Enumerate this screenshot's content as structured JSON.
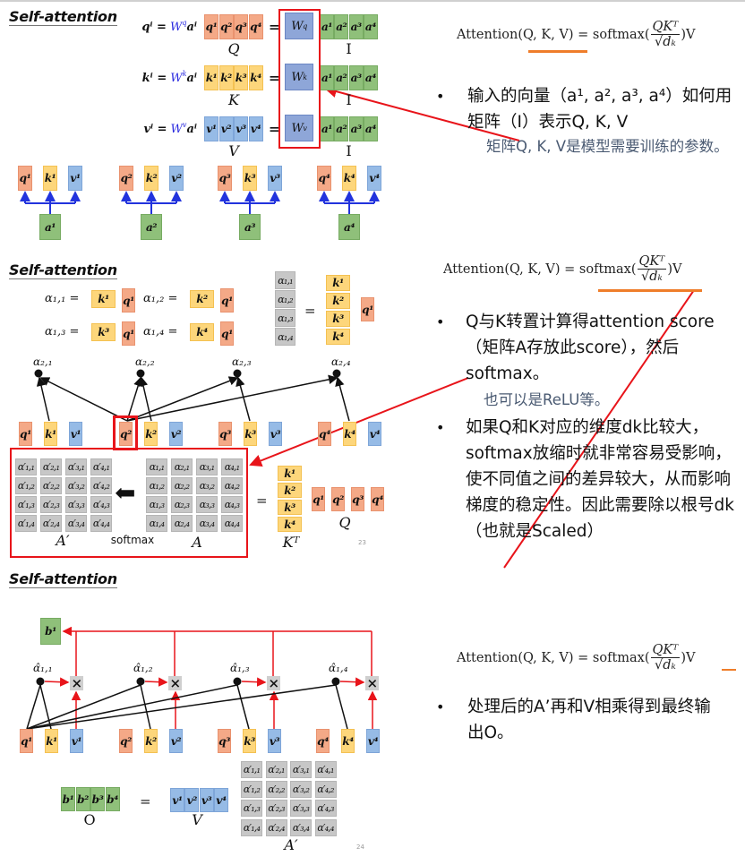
{
  "slides": [
    {
      "title": "Self-attention",
      "equations": [
        {
          "lhs": "qⁱ =",
          "w": "W",
          "sup": "q",
          "rhs": "aⁱ",
          "row": [
            "q¹",
            "q²",
            "q³",
            "q⁴"
          ],
          "row_label": "Q",
          "eq": "=",
          "inputs": [
            "a¹",
            "a²",
            "a³",
            "a⁴"
          ],
          "input_label": "I"
        },
        {
          "lhs": "kⁱ =",
          "w": "W",
          "sup": "k",
          "rhs": "aⁱ",
          "row": [
            "k¹",
            "k²",
            "k³",
            "k⁴"
          ],
          "row_label": "K",
          "eq": "=",
          "inputs": [
            "a¹",
            "a²",
            "a³",
            "a⁴"
          ],
          "input_label": "I"
        },
        {
          "lhs": "vⁱ =",
          "w": "W",
          "sup": "v",
          "rhs": "aⁱ",
          "row": [
            "v¹",
            "v²",
            "v³",
            "v⁴"
          ],
          "row_label": "V",
          "eq": "=",
          "inputs": [
            "a¹",
            "a²",
            "a³",
            "a⁴"
          ],
          "input_label": "I"
        }
      ],
      "groups": [
        {
          "q": "q¹",
          "k": "k¹",
          "v": "v¹",
          "a": "a¹"
        },
        {
          "q": "q²",
          "k": "k²",
          "v": "v²",
          "a": "a²"
        },
        {
          "q": "q³",
          "k": "k³",
          "v": "v³",
          "a": "a³"
        },
        {
          "q": "q⁴",
          "k": "k⁴",
          "v": "v⁴",
          "a": "a⁴"
        }
      ]
    },
    {
      "title": "Self-attention",
      "scores": [
        {
          "lhs": "α₁,₁ =",
          "k": "k¹",
          "q": "q¹"
        },
        {
          "lhs": "α₁,₂ =",
          "k": "k²",
          "q": "q¹"
        },
        {
          "lhs": "α₁,₃ =",
          "k": "k³",
          "q": "q¹"
        },
        {
          "lhs": "α₁,₄ =",
          "k": "k⁴",
          "q": "q¹"
        }
      ],
      "score_column": {
        "alphas": [
          "α₁,₁",
          "α₁,₂",
          "α₁,₃",
          "α₁,₄"
        ],
        "eq": "=",
        "keys": [
          "k¹",
          "k²",
          "k³",
          "k⁴"
        ],
        "query": "q¹"
      },
      "alpha_nodes": [
        "α₂,₁",
        "α₂,₂",
        "α₂,₃",
        "α₂,₄"
      ],
      "tokens": [
        {
          "q": "q¹",
          "k": "k¹",
          "v": "v¹"
        },
        {
          "q": "q²",
          "k": "k²",
          "v": "v²"
        },
        {
          "q": "q³",
          "k": "k³",
          "v": "v³"
        },
        {
          "q": "q⁴",
          "k": "k⁴",
          "v": "v⁴"
        }
      ],
      "a_prime": [
        [
          "α′₁,₁",
          "α′₂,₁",
          "α′₃,₁",
          "α′₄,₁"
        ],
        [
          "α′₁,₂",
          "α′₂,₂",
          "α′₃,₂",
          "α′₄,₂"
        ],
        [
          "α′₁,₃",
          "α′₂,₃",
          "α′₃,₃",
          "α′₄,₃"
        ],
        [
          "α′₁,₄",
          "α′₂,₄",
          "α′₃,₄",
          "α′₄,₄"
        ]
      ],
      "a_matrix": [
        [
          "α₁,₁",
          "α₂,₁",
          "α₃,₁",
          "α₄,₁"
        ],
        [
          "α₁,₂",
          "α₂,₂",
          "α₃,₂",
          "α₄,₂"
        ],
        [
          "α₁,₃",
          "α₂,₃",
          "α₃,₃",
          "α₄,₃"
        ],
        [
          "α₁,₄",
          "α₂,₄",
          "α₃,₄",
          "α₄,₄"
        ]
      ],
      "eq": "=",
      "keys_t": [
        "k¹",
        "k²",
        "k³",
        "k⁴"
      ],
      "queries": [
        "q¹",
        "q²",
        "q³",
        "q⁴"
      ],
      "labels": {
        "a_prime": "A′",
        "softmax": "softmax",
        "a": "A",
        "kt": "Kᵀ",
        "q": "Q"
      },
      "page": "23"
    },
    {
      "title": "Self-attention",
      "output": "b¹",
      "alpha_hat_nodes": [
        "α̂₁,₁",
        "α̂₁,₂",
        "α̂₁,₃",
        "α̂₁,₄"
      ],
      "multiply_symbol": "×",
      "tokens": [
        {
          "q": "q¹",
          "k": "k¹",
          "v": "v¹"
        },
        {
          "q": "q²",
          "k": "k²",
          "v": "v²"
        },
        {
          "q": "q³",
          "k": "k³",
          "v": "v³"
        },
        {
          "q": "q⁴",
          "k": "k⁴",
          "v": "v⁴"
        }
      ],
      "outputs": [
        "b¹",
        "b²",
        "b³",
        "b⁴"
      ],
      "eq": "=",
      "values": [
        "v¹",
        "v²",
        "v³",
        "v⁴"
      ],
      "a_prime": [
        [
          "α′₁,₁",
          "α′₂,₁",
          "α′₃,₁",
          "α′₄,₁"
        ],
        [
          "α′₁,₂",
          "α′₂,₂",
          "α′₃,₂",
          "α′₄,₂"
        ],
        [
          "α′₁,₃",
          "α′₂,₃",
          "α′₃,₃",
          "α′₄,₃"
        ],
        [
          "α′₁,₄",
          "α′₂,₄",
          "α′₃,₄",
          "α′₄,₄"
        ]
      ],
      "labels": {
        "o": "O",
        "v": "V",
        "a_prime": "A′"
      },
      "page": "24"
    }
  ],
  "formula": {
    "prefix": "Attention(Q, K, V) = softmax(",
    "numerator": "QKᵀ",
    "denominator": "√dₖ",
    "suffix": ")V"
  },
  "notes": [
    {
      "bullets": [
        "输入的向量（a¹, a², a³, a⁴）如何用矩阵（I）表示Q, K, V"
      ],
      "sub_note": "矩阵Q, K, V是模型需要训练的参数。"
    },
    {
      "bullets": [
        "Q与K转置计算得attention score（矩阵A存放此score），然后softmax。",
        "如果Q和K对应的维度dk比较大，softmax放缩时就非常容易受影响，使不同值之间的差异较大，从而影响梯度的稳定性。因此需要除以根号dk（也就是Scaled）"
      ],
      "sub_note": "也可以是ReLU等。"
    },
    {
      "bullets": [
        "处理后的A’再和V相乘得到最终输出O。"
      ]
    }
  ],
  "colors": {
    "query": "#f4a987",
    "key": "#fdd67b",
    "value": "#96bbe6",
    "input": "#8fc07a",
    "weight": "#8ea6d8",
    "highlight": "#e8141a",
    "underline": "#ef7d2a",
    "note": "#4a5a72"
  }
}
